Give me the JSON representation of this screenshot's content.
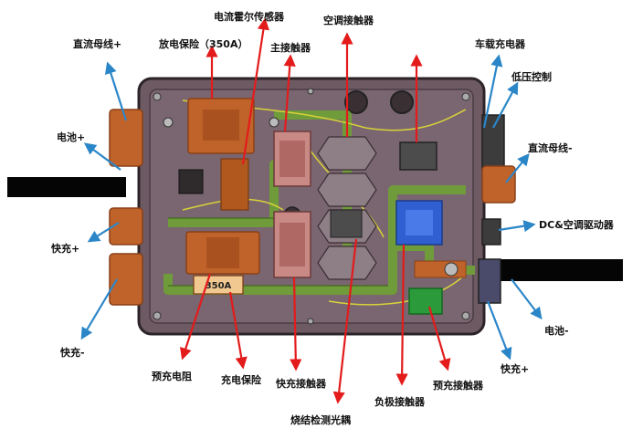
{
  "colors": {
    "housing": "#6e5a63",
    "housing_edge": "#2c2428",
    "inner_panel": "#7a6670",
    "copper": "#c0632a",
    "copper_dark": "#8a4018",
    "busbar_green": "#6f9b3a",
    "busbar_green_dark": "#3f6b1c",
    "relay_pink": "#c98a86",
    "relay_grey": "#4c4c4c",
    "blue_contactor": "#2f5fd0",
    "green_module": "#2a9a3a",
    "cable_black": "#050505",
    "arrow_red": "#e31b1b",
    "arrow_blue": "#2b86c8",
    "leader_line": "#3a3a3a"
  },
  "labels": {
    "hall_sensor": "电流霍尔传感器",
    "discharge_fuse": "放电保险（350A）",
    "main_contactor": "主接触器",
    "ac_contactor": "空调接触器",
    "dc_bus_pos": "直流母线+",
    "battery_pos": "电池+",
    "fast_charge_pos_left": "快充+",
    "fast_charge_neg": "快充-",
    "onboard_charger": "车载充电器",
    "low_voltage_ctrl": "低压控制",
    "dc_bus_neg": "直流母线-",
    "dc_ac_driver": "DC&空调驱动器",
    "battery_neg": "电池-",
    "fast_charge_pos_right": "快充+",
    "precharge_resistor": "预充电阻",
    "charge_fuse": "充电保险",
    "fast_charge_contactor": "快充接触器",
    "sinter_detect": "烧结检测光耦",
    "neg_contactor": "负极接触器",
    "precharge_contactor": "预充接触器",
    "fuse_rating": "350A"
  },
  "icons": {
    "arrow_red": "red-arrow-icon",
    "arrow_blue": "blue-arrow-icon"
  }
}
